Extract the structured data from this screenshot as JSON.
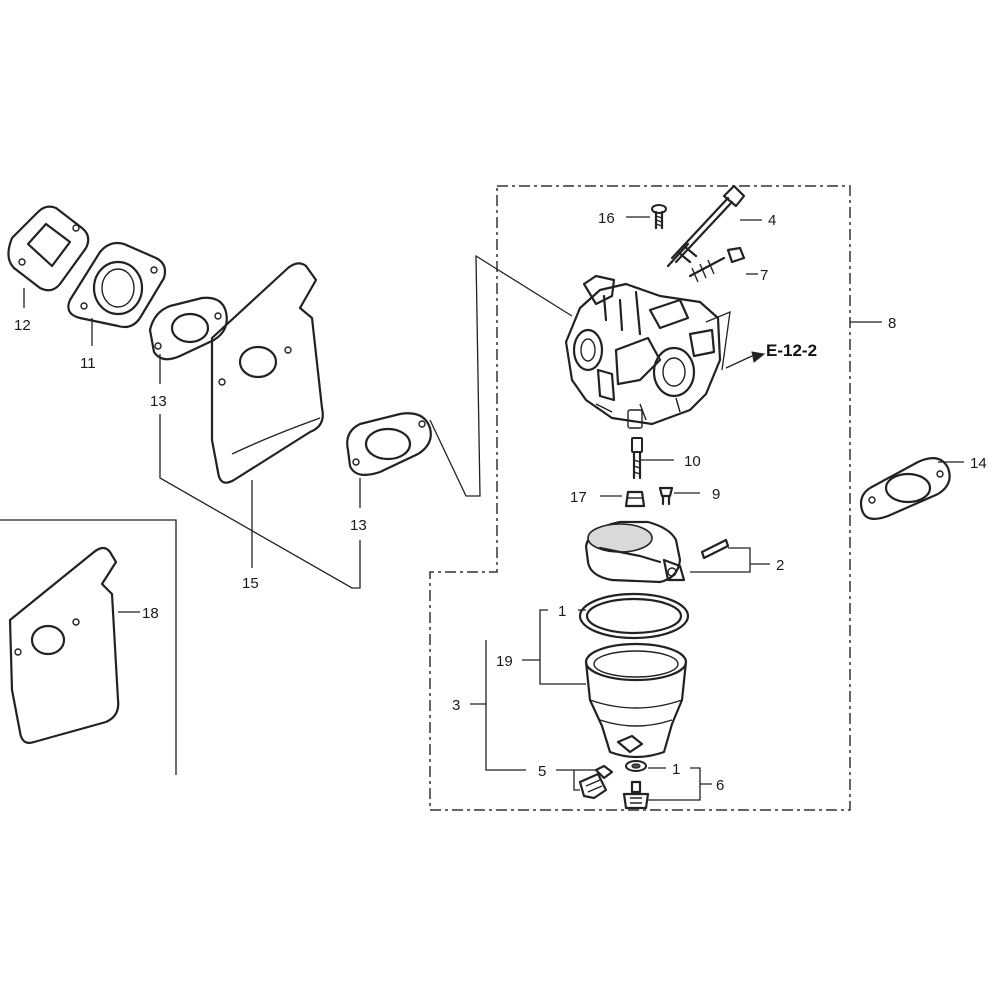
{
  "callouts": {
    "c1a": "1",
    "c1b": "1",
    "c2": "2",
    "c3": "3",
    "c4": "4",
    "c5": "5",
    "c6": "6",
    "c7": "7",
    "c8": "8",
    "c9": "9",
    "c10": "10",
    "c11": "11",
    "c12": "12",
    "c13a": "13",
    "c13b": "13",
    "c14": "14",
    "c15": "15",
    "c16": "16",
    "c17": "17",
    "c18": "18",
    "c19": "19"
  },
  "reference": "E-12-2",
  "icons": {
    "arrow": "arrow-right-icon"
  }
}
